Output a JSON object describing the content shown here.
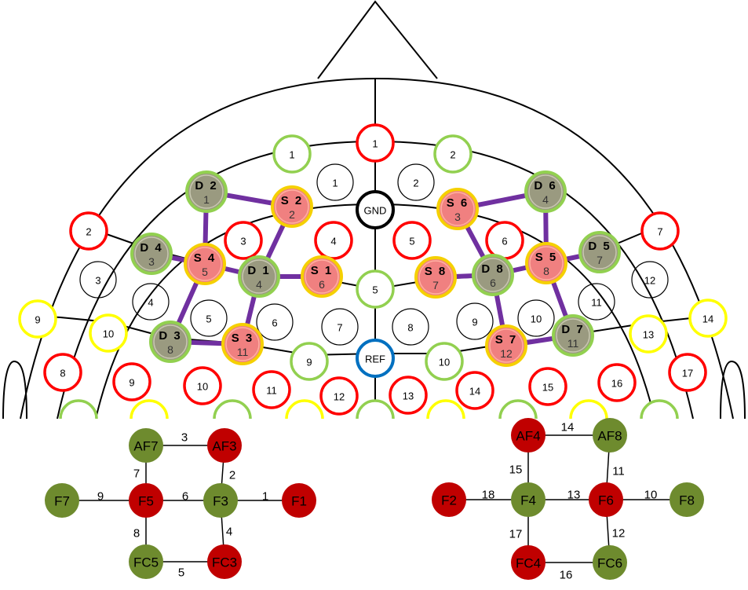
{
  "colors": {
    "red_ring": "#ff0000",
    "green_ring": "#92d050",
    "yellow_ring": "#ffff00",
    "black_ring": "#000000",
    "blue_ring": "#0070c0",
    "source_fill": "#f08080",
    "detector_fill": "#9a9a80",
    "channel_line": "#7030a0",
    "net_green": "#6e8b2e",
    "net_red": "#c00000"
  },
  "head_montage": {
    "markers": [
      {
        "name": "GND",
        "ring": "black"
      },
      {
        "name": "REF",
        "ring": "blue"
      }
    ],
    "position_labels": [
      "1",
      "2",
      "1",
      "2",
      "3",
      "4",
      "5",
      "6",
      "2",
      "7",
      "3",
      "12",
      "4",
      "11",
      "5",
      "6",
      "7",
      "8",
      "9",
      "10",
      "9",
      "10",
      "14",
      "13",
      "8",
      "9",
      "10",
      "11",
      "12",
      "13",
      "14",
      "15",
      "16",
      "17",
      "1",
      "5",
      "9",
      "10",
      "3",
      "4",
      "5",
      "6"
    ],
    "optodes": [
      {
        "name": "D 2",
        "num": "1",
        "kind": "detector"
      },
      {
        "name": "S 2",
        "num": "2",
        "kind": "source"
      },
      {
        "name": "D 4",
        "num": "3",
        "kind": "detector"
      },
      {
        "name": "S 4",
        "num": "5",
        "kind": "source"
      },
      {
        "name": "D 1",
        "num": "4",
        "kind": "detector"
      },
      {
        "name": "S 1",
        "num": "6",
        "kind": "source"
      },
      {
        "name": "D 3",
        "num": "8",
        "kind": "detector"
      },
      {
        "name": "S 3",
        "num": "11",
        "kind": "source"
      },
      {
        "name": "S 6",
        "num": "3",
        "kind": "source"
      },
      {
        "name": "D 6",
        "num": "4",
        "kind": "detector"
      },
      {
        "name": "S 8",
        "num": "7",
        "kind": "source"
      },
      {
        "name": "D 8",
        "num": "6",
        "kind": "detector"
      },
      {
        "name": "S 5",
        "num": "8",
        "kind": "source"
      },
      {
        "name": "D 5",
        "num": "7",
        "kind": "detector"
      },
      {
        "name": "S 7",
        "num": "12",
        "kind": "source"
      },
      {
        "name": "D 7",
        "num": "11",
        "kind": "detector"
      }
    ]
  },
  "left_network": {
    "nodes": [
      {
        "name": "AF7",
        "type": "green"
      },
      {
        "name": "AF3",
        "type": "red"
      },
      {
        "name": "F7",
        "type": "green"
      },
      {
        "name": "F5",
        "type": "red"
      },
      {
        "name": "F3",
        "type": "green"
      },
      {
        "name": "F1",
        "type": "red"
      },
      {
        "name": "FC5",
        "type": "green"
      },
      {
        "name": "FC3",
        "type": "red"
      }
    ],
    "edges": [
      {
        "from": "AF7",
        "to": "AF3",
        "label": "3"
      },
      {
        "from": "AF7",
        "to": "F5",
        "label": "7"
      },
      {
        "from": "AF3",
        "to": "F3",
        "label": "2"
      },
      {
        "from": "F7",
        "to": "F5",
        "label": "9"
      },
      {
        "from": "F5",
        "to": "F3",
        "label": "6"
      },
      {
        "from": "F3",
        "to": "F1",
        "label": "1"
      },
      {
        "from": "F5",
        "to": "FC5",
        "label": "8"
      },
      {
        "from": "F3",
        "to": "FC3",
        "label": "4"
      },
      {
        "from": "FC5",
        "to": "FC3",
        "label": "5"
      }
    ]
  },
  "right_network": {
    "nodes": [
      {
        "name": "AF4",
        "type": "red"
      },
      {
        "name": "AF8",
        "type": "green"
      },
      {
        "name": "F2",
        "type": "red"
      },
      {
        "name": "F4",
        "type": "green"
      },
      {
        "name": "F6",
        "type": "red"
      },
      {
        "name": "F8",
        "type": "green"
      },
      {
        "name": "FC4",
        "type": "red"
      },
      {
        "name": "FC6",
        "type": "green"
      }
    ],
    "edges": [
      {
        "from": "AF4",
        "to": "AF8",
        "label": "14"
      },
      {
        "from": "AF4",
        "to": "F4",
        "label": "15"
      },
      {
        "from": "AF8",
        "to": "F6",
        "label": "11"
      },
      {
        "from": "F2",
        "to": "F4",
        "label": "18"
      },
      {
        "from": "F4",
        "to": "F6",
        "label": "13"
      },
      {
        "from": "F6",
        "to": "F8",
        "label": "10"
      },
      {
        "from": "F4",
        "to": "FC4",
        "label": "17"
      },
      {
        "from": "F6",
        "to": "FC6",
        "label": "12"
      },
      {
        "from": "FC4",
        "to": "FC6",
        "label": "16"
      }
    ]
  }
}
